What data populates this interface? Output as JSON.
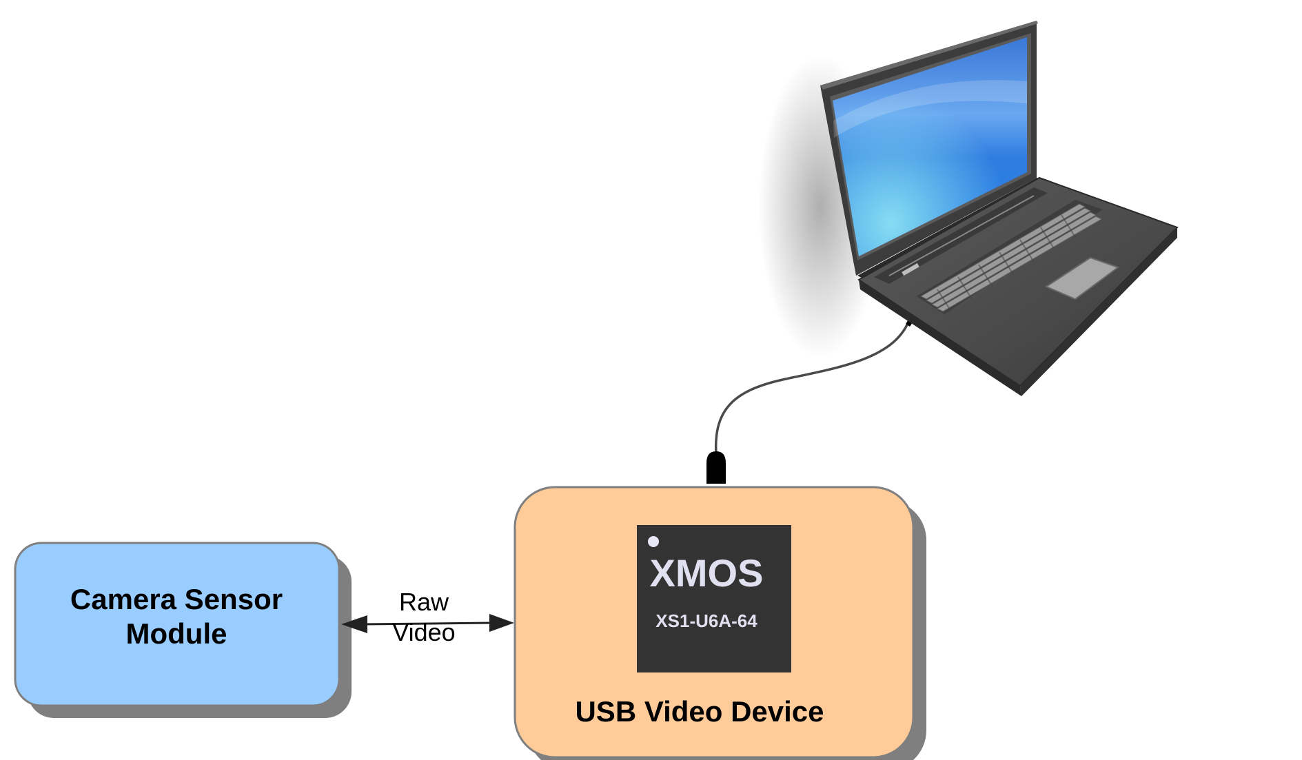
{
  "diagram": {
    "nodes": {
      "camera": {
        "line1": "Camera Sensor",
        "line2": "Module",
        "fill": "#99ccff"
      },
      "usb_device": {
        "label": "USB Video Device",
        "fill": "#ffcc99"
      },
      "chip": {
        "brand": "XMOS",
        "model": "XS1-U6A-64",
        "fill": "#333333"
      },
      "laptop": {
        "icon": "laptop-icon"
      }
    },
    "edges": {
      "raw_video": {
        "line1": "Raw",
        "line2": "Video",
        "direction": "bidirectional"
      },
      "usb_cable": {
        "icon": "usb-cable-icon"
      }
    }
  }
}
